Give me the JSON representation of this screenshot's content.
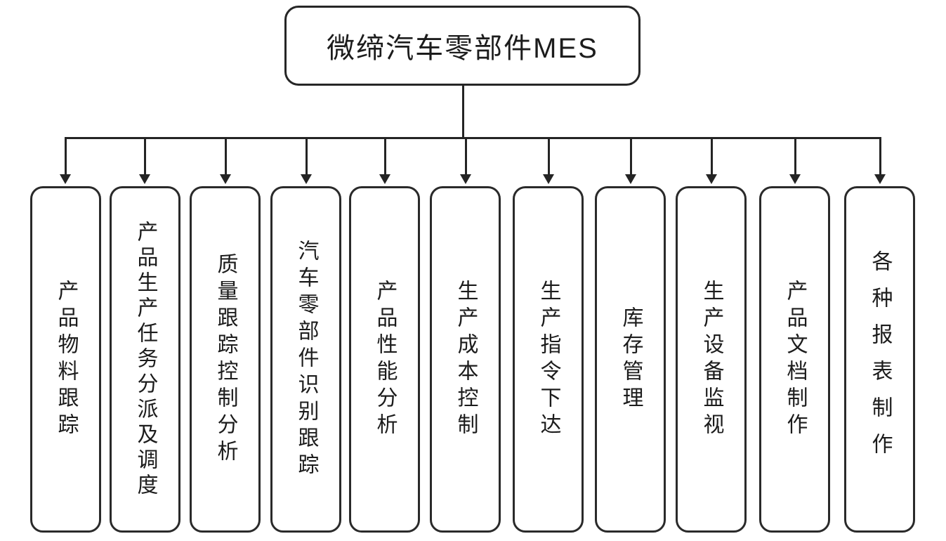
{
  "diagram": {
    "type": "tree",
    "root": {
      "label": "微缔汽车零部件MES"
    },
    "children": [
      {
        "label": "产品物料跟踪"
      },
      {
        "label": "产品生产任务分派及调度"
      },
      {
        "label": "质量跟踪控制分析"
      },
      {
        "label": "汽车零部件识别跟踪"
      },
      {
        "label": "产品性能分析"
      },
      {
        "label": "生产成本控制"
      },
      {
        "label": "生产指令下达"
      },
      {
        "label": "库存管理"
      },
      {
        "label": "生产设备监视"
      },
      {
        "label": "产品文档制作"
      },
      {
        "label": "各种报表制作"
      }
    ]
  },
  "colors": {
    "line": "#242424",
    "text": "#1c1c1c",
    "background": "#ffffff"
  }
}
